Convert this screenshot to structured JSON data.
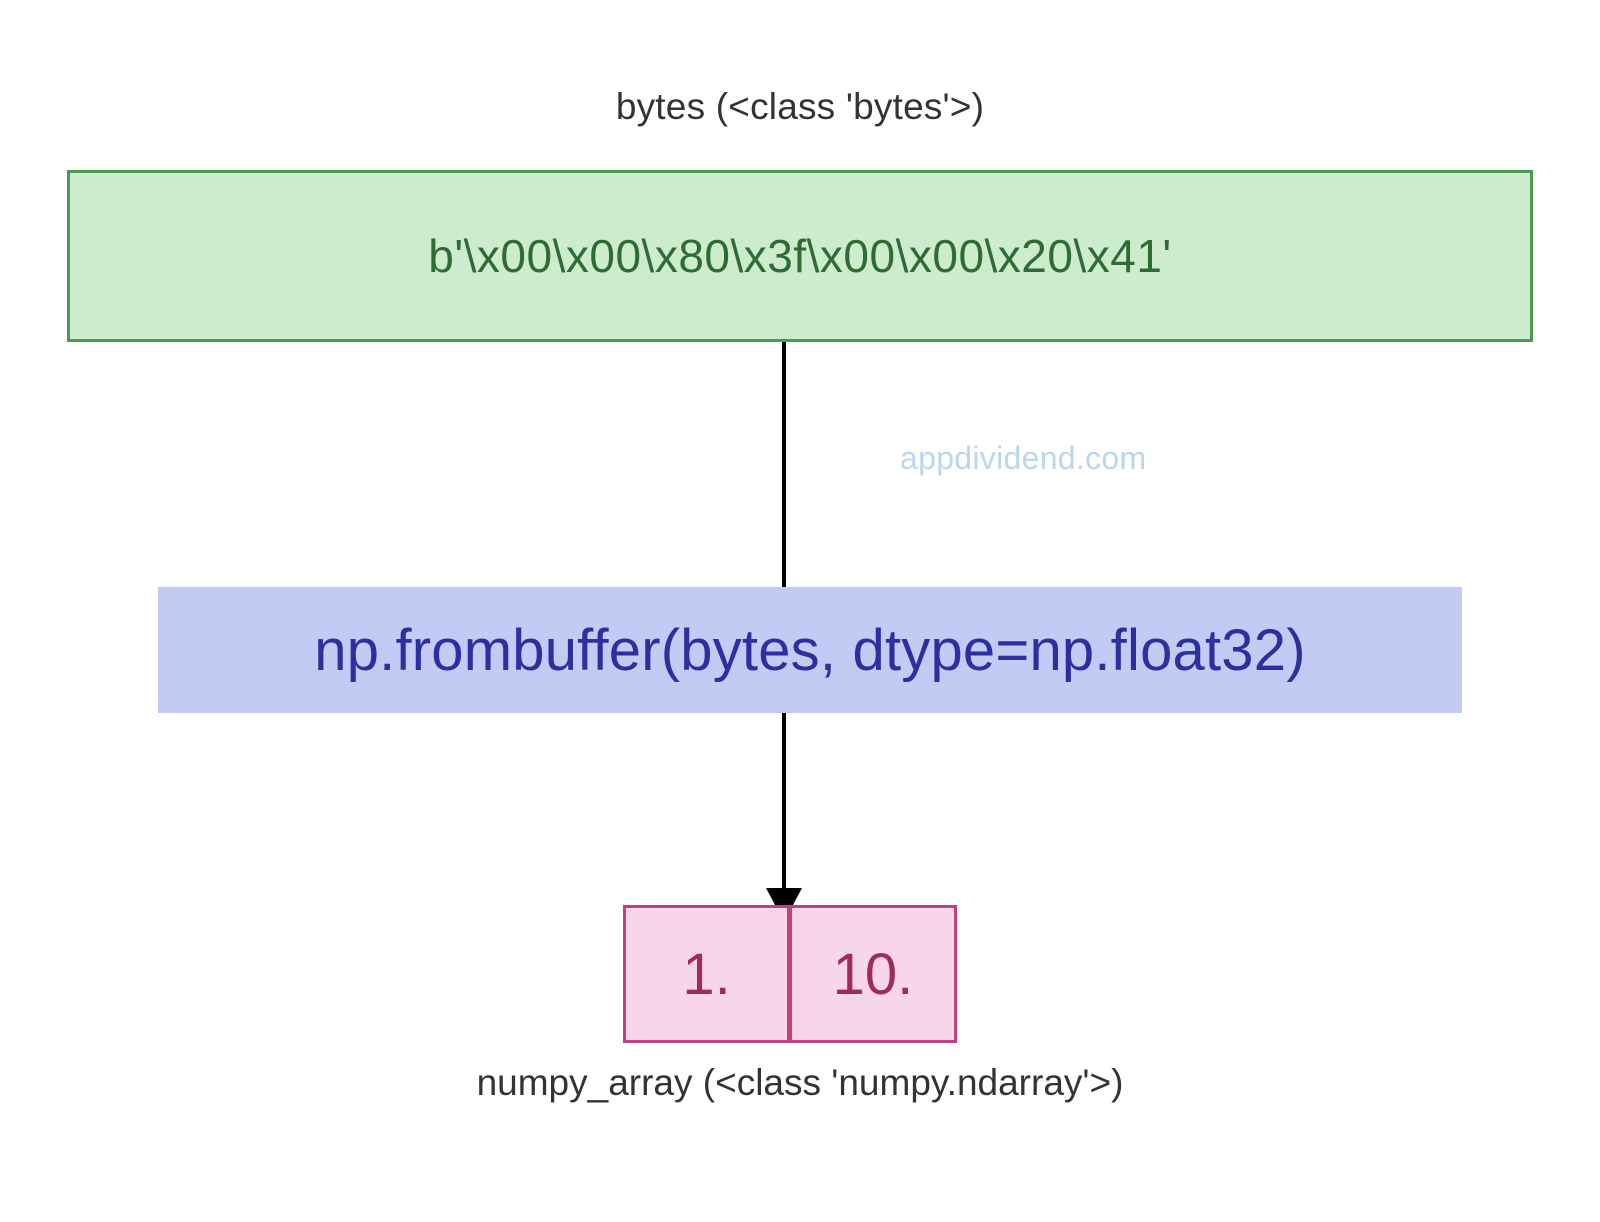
{
  "diagram": {
    "title_top": "bytes (<class 'bytes'>)",
    "title_bottom": "numpy_array (<class 'numpy.ndarray'>)",
    "watermark": "appdividend.com",
    "source_node": {
      "label": "bytes",
      "type_repr": "<class 'bytes'>",
      "value": "b'\\x00\\x00\\x80\\x3f\\x00\\x00\\x20\\x41'",
      "fill_color": "#cdeccd",
      "border_color": "#4d9b52",
      "text_color": "#2f6b34"
    },
    "operation_node": {
      "expression": "np.frombuffer(bytes, dtype=np.float32)",
      "fill_color": "#c3caf4",
      "text_color": "#2b2fa0"
    },
    "result_node": {
      "label": "numpy_array",
      "type_repr": "<class 'numpy.ndarray'>",
      "cells": [
        "1.",
        "10."
      ],
      "fill_color": "#f7d6ea",
      "border_color": "#c2407e",
      "text_color": "#9e2a5e"
    },
    "connectors": [
      {
        "name": "bytes-to-frombuffer",
        "arrowhead": false
      },
      {
        "name": "frombuffer-to-array",
        "arrowhead": true
      }
    ]
  }
}
